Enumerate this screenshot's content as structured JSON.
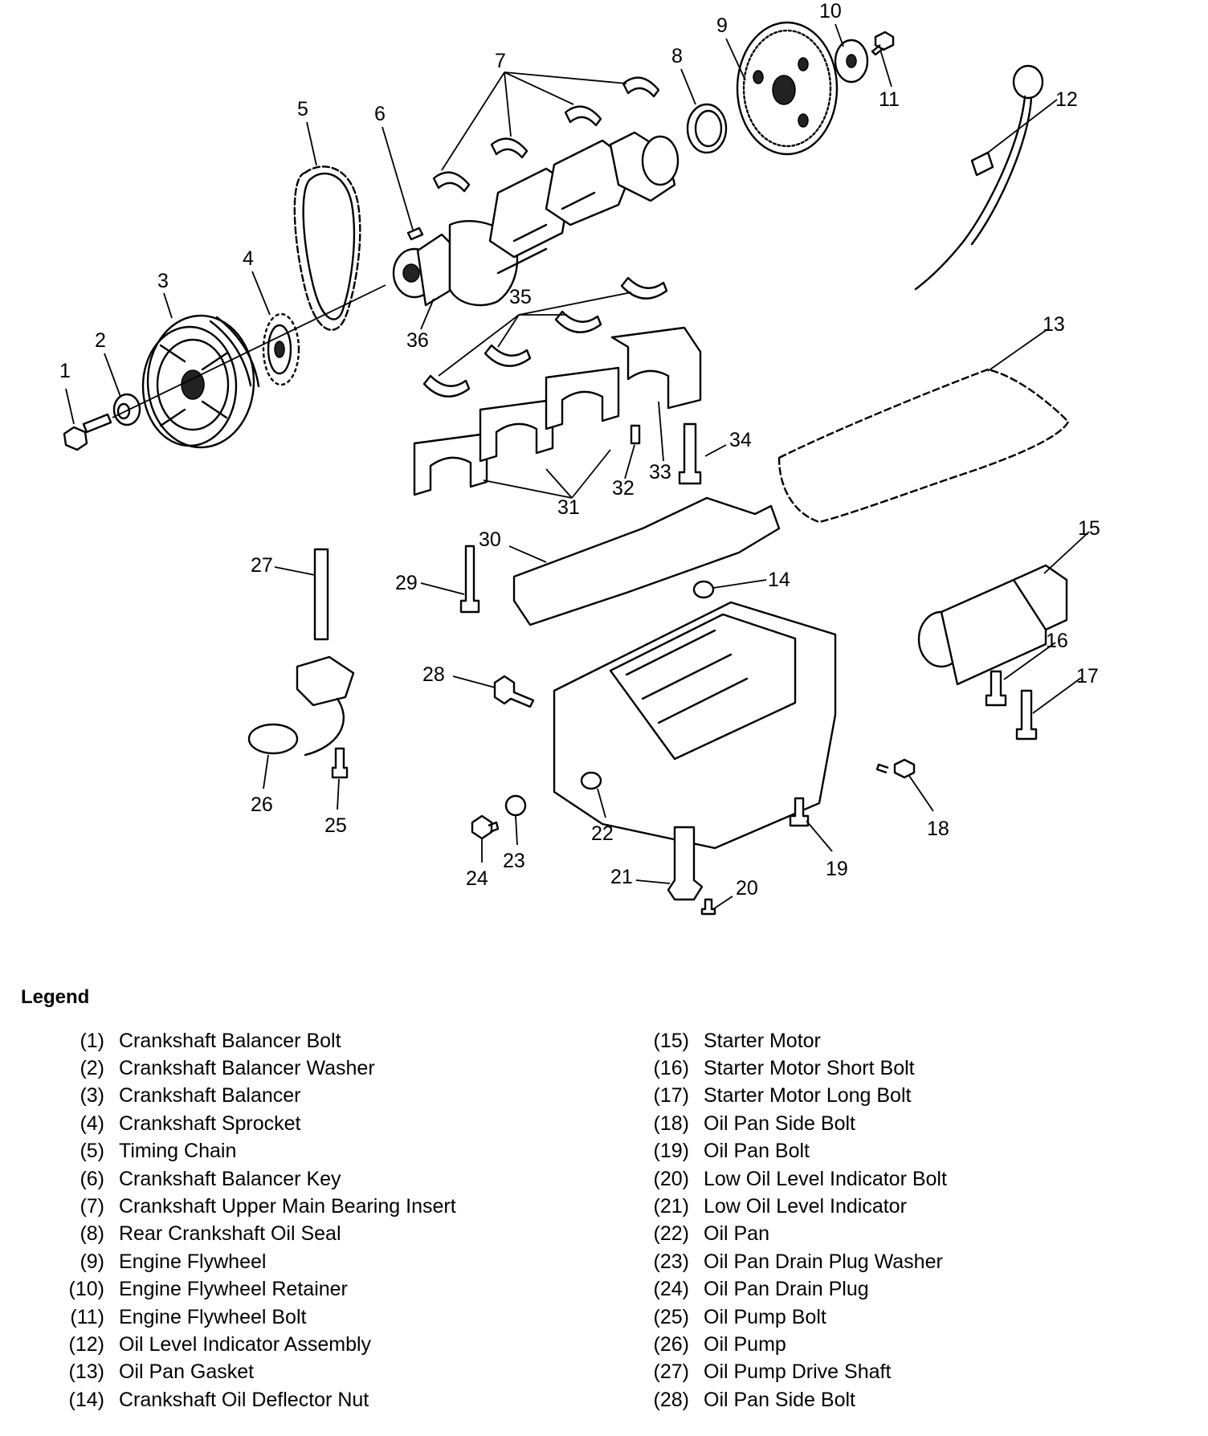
{
  "callouts": [
    {
      "n": "1"
    },
    {
      "n": "2"
    },
    {
      "n": "3"
    },
    {
      "n": "4"
    },
    {
      "n": "5"
    },
    {
      "n": "6"
    },
    {
      "n": "7"
    },
    {
      "n": "8"
    },
    {
      "n": "9"
    },
    {
      "n": "10"
    },
    {
      "n": "11"
    },
    {
      "n": "12"
    },
    {
      "n": "13"
    },
    {
      "n": "14"
    },
    {
      "n": "15"
    },
    {
      "n": "16"
    },
    {
      "n": "17"
    },
    {
      "n": "18"
    },
    {
      "n": "19"
    },
    {
      "n": "20"
    },
    {
      "n": "21"
    },
    {
      "n": "22"
    },
    {
      "n": "23"
    },
    {
      "n": "24"
    },
    {
      "n": "25"
    },
    {
      "n": "26"
    },
    {
      "n": "27"
    },
    {
      "n": "28"
    },
    {
      "n": "29"
    },
    {
      "n": "30"
    },
    {
      "n": "31"
    },
    {
      "n": "32"
    },
    {
      "n": "33"
    },
    {
      "n": "34"
    },
    {
      "n": "35"
    },
    {
      "n": "36"
    }
  ],
  "legend": {
    "title": "Legend",
    "left": [
      {
        "num": "(1)",
        "label": "Crankshaft Balancer Bolt"
      },
      {
        "num": "(2)",
        "label": "Crankshaft Balancer Washer"
      },
      {
        "num": "(3)",
        "label": "Crankshaft Balancer"
      },
      {
        "num": "(4)",
        "label": "Crankshaft Sprocket"
      },
      {
        "num": "(5)",
        "label": "Timing Chain"
      },
      {
        "num": "(6)",
        "label": "Crankshaft Balancer Key"
      },
      {
        "num": "(7)",
        "label": "Crankshaft Upper Main Bearing Insert"
      },
      {
        "num": "(8)",
        "label": "Rear Crankshaft Oil Seal"
      },
      {
        "num": "(9)",
        "label": "Engine Flywheel"
      },
      {
        "num": "(10)",
        "label": "Engine Flywheel Retainer"
      },
      {
        "num": "(11)",
        "label": "Engine Flywheel Bolt"
      },
      {
        "num": "(12)",
        "label": "Oil Level Indicator Assembly"
      },
      {
        "num": "(13)",
        "label": "Oil Pan Gasket"
      },
      {
        "num": "(14)",
        "label": "Crankshaft Oil Deflector Nut"
      }
    ],
    "right": [
      {
        "num": "(15)",
        "label": "Starter Motor"
      },
      {
        "num": "(16)",
        "label": "Starter Motor Short Bolt"
      },
      {
        "num": "(17)",
        "label": "Starter Motor Long Bolt"
      },
      {
        "num": "(18)",
        "label": "Oil Pan Side Bolt"
      },
      {
        "num": "(19)",
        "label": "Oil Pan Bolt"
      },
      {
        "num": "(20)",
        "label": "Low Oil Level Indicator Bolt"
      },
      {
        "num": "(21)",
        "label": "Low Oil Level Indicator"
      },
      {
        "num": "(22)",
        "label": "Oil Pan"
      },
      {
        "num": "(23)",
        "label": "Oil Pan Drain Plug Washer"
      },
      {
        "num": "(24)",
        "label": "Oil Pan Drain Plug"
      },
      {
        "num": "(25)",
        "label": "Oil Pump Bolt"
      },
      {
        "num": "(26)",
        "label": "Oil Pump"
      },
      {
        "num": "(27)",
        "label": "Oil Pump Drive Shaft"
      },
      {
        "num": "(28)",
        "label": "Oil Pan Side Bolt"
      }
    ]
  }
}
